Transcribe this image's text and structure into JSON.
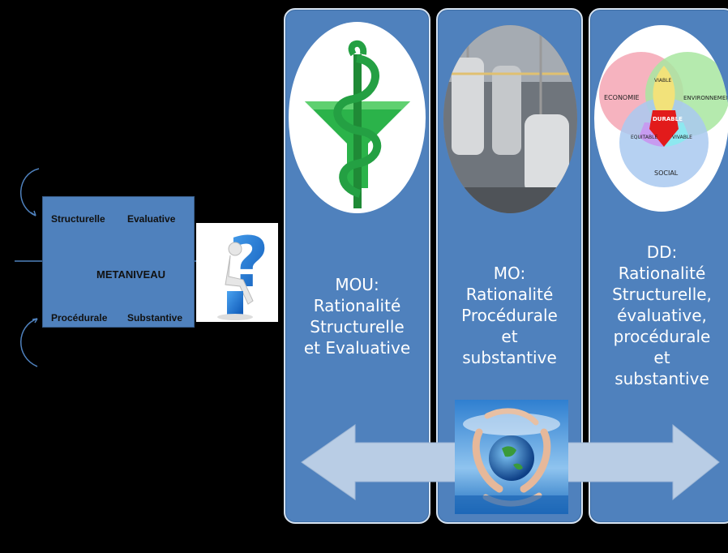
{
  "left_panel": {
    "metaniveau_box": {
      "title": "METANIVEAU",
      "top_left": "Structurelle",
      "top_right": "Evaluative",
      "bottom_left": "Procédurale",
      "bottom_right": "Substantive"
    },
    "question_mark": "?"
  },
  "columns": [
    {
      "id": "mou",
      "image": "green-caduceus-icon",
      "text": "MOU:\nRationalité\nStructurelle\net Evaluative"
    },
    {
      "id": "mo",
      "image": "industrial-tanks-photo",
      "text": "MO:\nRationalité\nProcédurale\net\nsubstantive"
    },
    {
      "id": "dd",
      "image": "sustainability-venn-diagram",
      "text": "DD:\nRationalité\nStructurelle,\névaluative,\nprocédurale\net\nsubstantive",
      "venn": {
        "economie": "ECONOMIE",
        "environnement": "ENVIRONNEMENT",
        "social": "SOCIAL",
        "viable": "VIABLE",
        "equitable": "EQUITABLE",
        "vivable": "VIVABLE",
        "durable": "DURABLE"
      }
    }
  ],
  "colors": {
    "background": "#000000",
    "panel_blue": "#4f81bd",
    "arrow": "#b9cde5",
    "caduceus_green": "#2bb34a"
  }
}
